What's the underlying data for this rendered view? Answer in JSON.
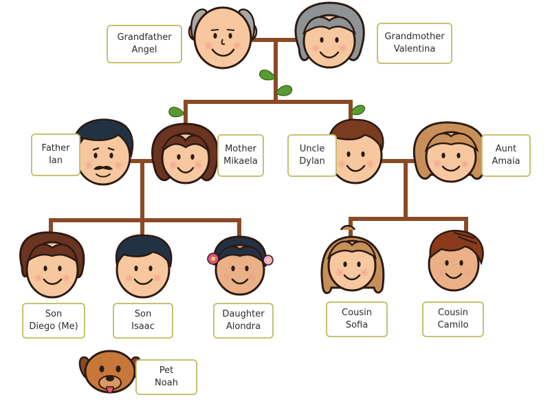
{
  "members": [
    {
      "id": "grandfather",
      "role": "Grandfather",
      "name": "Angel"
    },
    {
      "id": "grandmother",
      "role": "Grandmother",
      "name": "Valentina"
    },
    {
      "id": "father",
      "role": "Father",
      "name": "Ian"
    },
    {
      "id": "mother",
      "role": "Mother",
      "name": "Mikaela"
    },
    {
      "id": "uncle",
      "role": "Uncle",
      "name": "Dylan"
    },
    {
      "id": "aunt",
      "role": "Aunt",
      "name": "Amaia"
    },
    {
      "id": "son-diego",
      "role": "Son",
      "name": "Diego (Me)"
    },
    {
      "id": "son-isaac",
      "role": "Son",
      "name": "Isaac"
    },
    {
      "id": "daughter",
      "role": "Daughter",
      "name": "Alondra"
    },
    {
      "id": "cousin-sofia",
      "role": "Cousin",
      "name": "Sofia"
    },
    {
      "id": "cousin-camilo",
      "role": "Cousin",
      "name": "Camilo"
    },
    {
      "id": "pet",
      "role": "Pet",
      "name": "Noah"
    }
  ],
  "colors": {
    "branch": "#8a4a26",
    "leaf": "#5a9a32",
    "label_border": "#c4c271",
    "skin": "#f7c89f"
  }
}
